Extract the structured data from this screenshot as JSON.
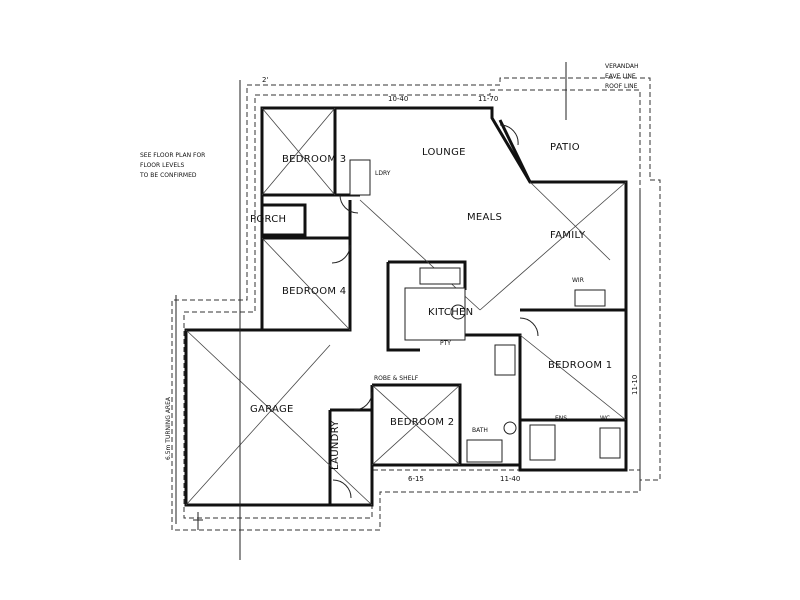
{
  "rooms": {
    "lounge": "LOUNGE",
    "patio": "PATIO",
    "bedroom3": "BEDROOM 3",
    "bedroom4": "BEDROOM 4",
    "bedroom2": "BEDROOM 2",
    "bedroom1": "BEDROOM 1",
    "meals": "MEALS",
    "family": "FAMILY",
    "kitchen": "KITCHEN",
    "garage": "GARAGE",
    "laundry": "LAUNDRY",
    "porch": "PORCH",
    "bath": "BATH",
    "wir": "WIR",
    "ens": "ENS",
    "wc": "WC",
    "ldry": "LDRY",
    "pty": "PTY"
  },
  "dimensions": {
    "top_left": "2'",
    "top_mid": "10-40",
    "top_right": "11-70",
    "right_side": "11-10",
    "bottom_mid": "6-15",
    "bottom_right": "11-40"
  },
  "notes": {
    "top_right": [
      "VERANDAH",
      "EAVE LINE",
      "ROOF LINE"
    ],
    "left": [
      "SEE FLOOR PLAN FOR",
      "FLOOR LEVELS",
      "TO BE CONFIRMED"
    ],
    "garage_side": "6.5m TURNING AREA",
    "bedroom2_note": "ROBE & SHELF"
  }
}
